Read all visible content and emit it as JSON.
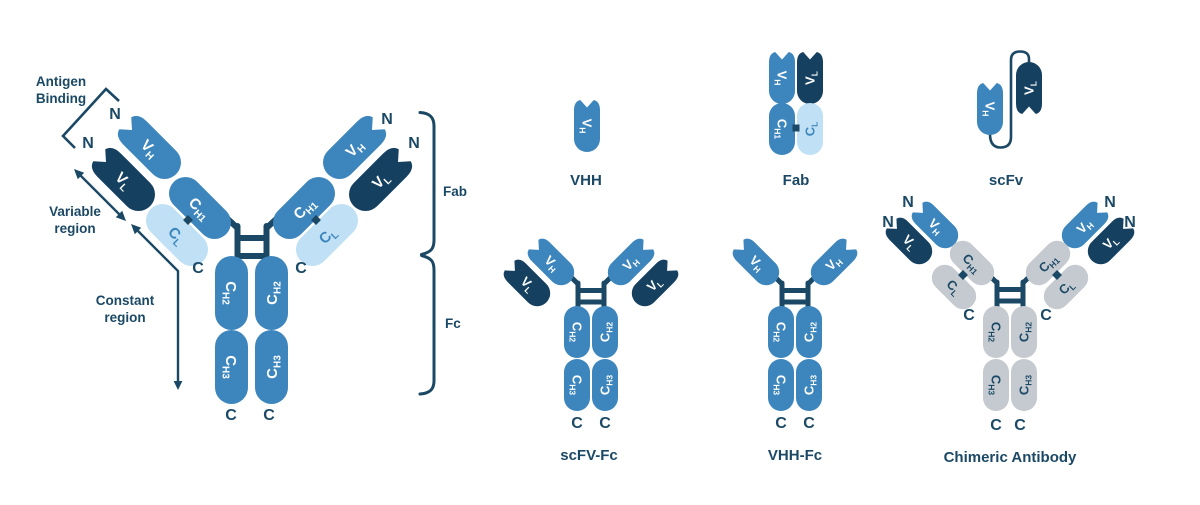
{
  "palette": {
    "medium_blue": "#3D86BD",
    "dark_navy": "#15405F",
    "light_blue": "#BFE0F5",
    "gray": "#C5CAD0",
    "line": "#1B4965",
    "background": "#FFFFFF"
  },
  "domains": {
    "vh": {
      "main": "V",
      "sub": "H"
    },
    "vl": {
      "main": "V",
      "sub": "L"
    },
    "ch1": {
      "main": "C",
      "sub": "H1"
    },
    "cl": {
      "main": "C",
      "sub": "L"
    },
    "ch2": {
      "main": "C",
      "sub": "H2"
    },
    "ch3": {
      "main": "C",
      "sub": "H3"
    }
  },
  "termini": {
    "n": "N",
    "c": "C"
  },
  "igg": {
    "antigen_binding": [
      "Antigen",
      "Binding"
    ],
    "variable_region": [
      "Variable",
      "region"
    ],
    "constant_region": [
      "Constant",
      "region"
    ],
    "fab_label": "Fab",
    "fc_label": "Fc"
  },
  "structures": {
    "vhh": "VHH",
    "fab": "Fab",
    "scfv": "scFv",
    "scfv_fc": "scFV-Fc",
    "vhh_fc": "VHH-Fc",
    "chimeric": "Chimeric Antibody"
  }
}
